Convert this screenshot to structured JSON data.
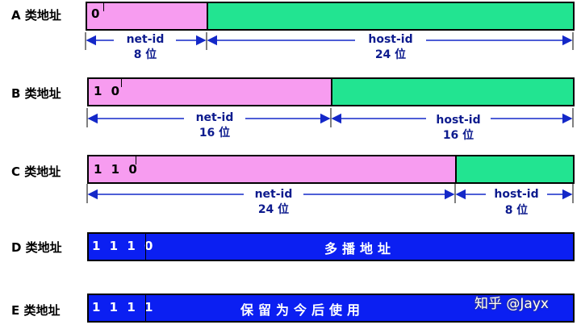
{
  "rows": {
    "a": {
      "label": "A 类地址",
      "prefix": "0",
      "net_id": "net-id",
      "net_bits": "8 位",
      "host_id": "host-id",
      "host_bits": "24 位"
    },
    "b": {
      "label": "B 类地址",
      "prefix": "1 0",
      "net_id": "net-id",
      "net_bits": "16 位",
      "host_id": "host-id",
      "host_bits": "16 位"
    },
    "c": {
      "label": "C 类地址",
      "prefix": "1 1 0",
      "net_id": "net-id",
      "net_bits": "24 位",
      "host_id": "host-id",
      "host_bits": "8 位"
    },
    "d": {
      "label": "D 类地址",
      "prefix": "1 1 1 0",
      "description": "多播地址"
    },
    "e": {
      "label": "E 类地址",
      "prefix": "1 1 1 1",
      "description": "保留为今后使用"
    }
  },
  "watermark": "知乎 @Jayx",
  "colors": {
    "net": "#f79cf0",
    "host": "#22e491",
    "reserved": "#0b1ff2",
    "arrow": "#1428c8",
    "label": "#0d1b8e"
  }
}
